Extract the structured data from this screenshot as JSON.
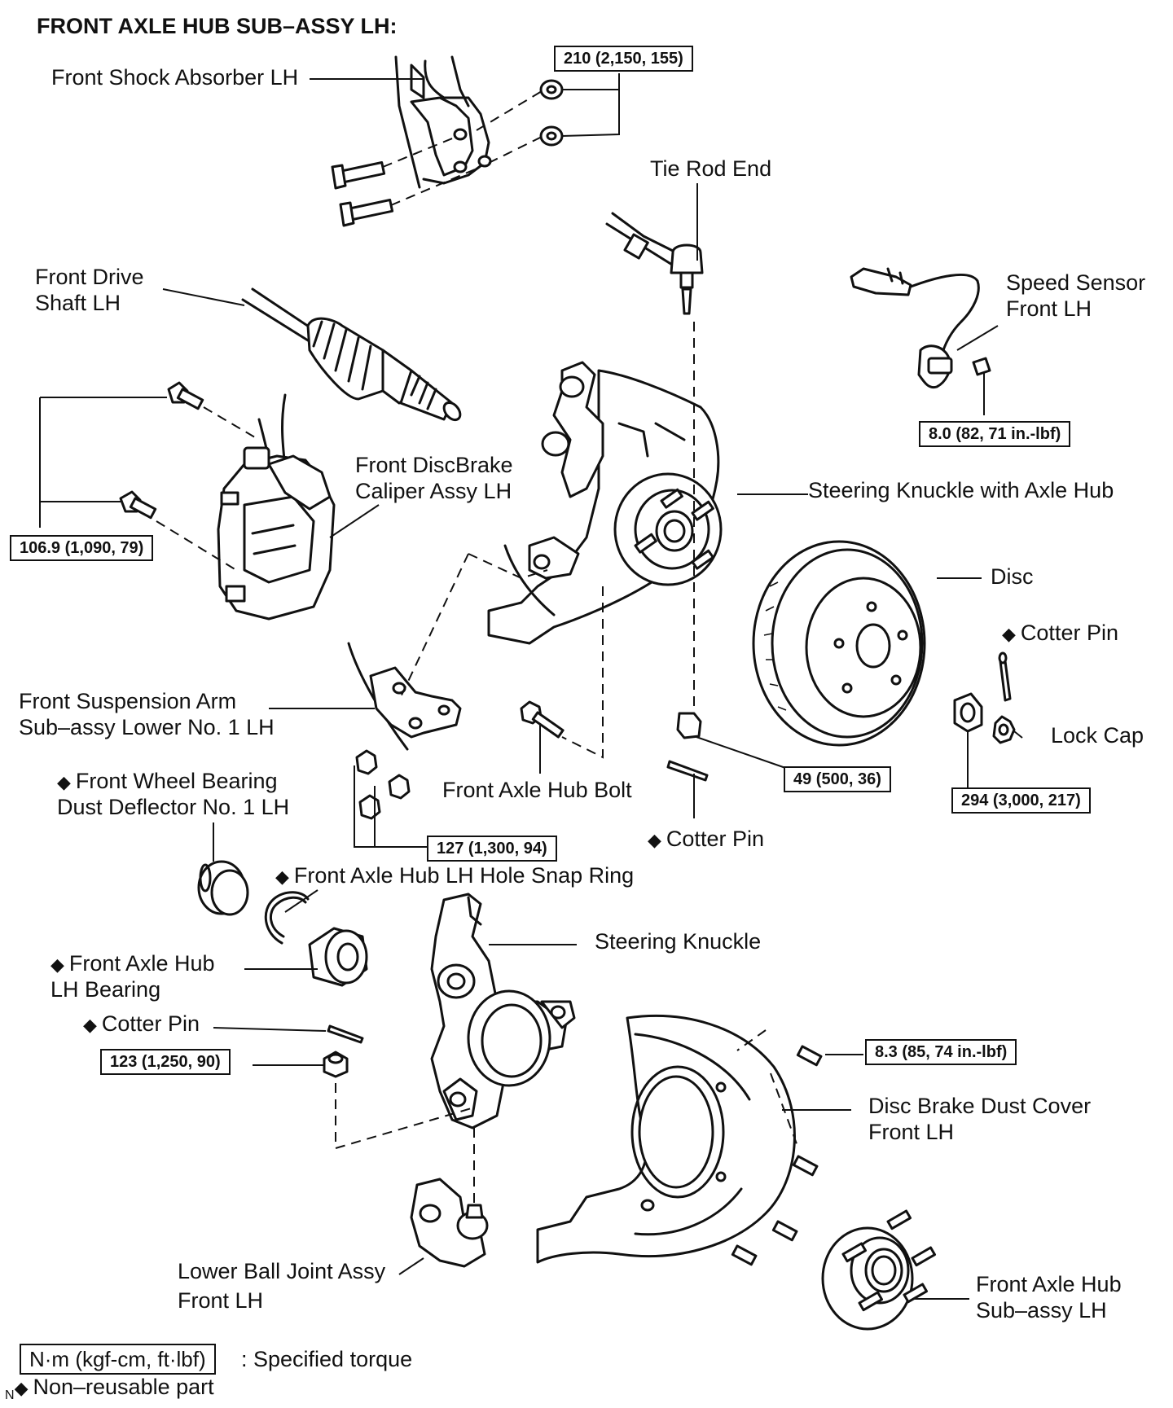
{
  "title": "FRONT AXLE HUB SUB–ASSY LH:",
  "labels": {
    "shock_absorber": "Front Shock Absorber LH",
    "tie_rod_end": "Tie Rod End",
    "drive_shaft_1": "Front Drive",
    "drive_shaft_2": "Shaft LH",
    "speed_sensor_1": "Speed Sensor",
    "speed_sensor_2": "Front LH",
    "caliper_1": "Front DiscBrake",
    "caliper_2": "Caliper Assy LH",
    "knuckle_hub": "Steering Knuckle with Axle Hub",
    "disc": "Disc",
    "cotter_pin_upper": "Cotter Pin",
    "lock_cap": "Lock Cap",
    "susp_arm_1": "Front Suspension Arm",
    "susp_arm_2": "Sub–assy Lower No. 1 LH",
    "hub_bolt": "Front Axle Hub Bolt",
    "deflector_1": "Front Wheel Bearing",
    "deflector_2": "Dust Deflector No. 1 LH",
    "cotter_pin_mid": "Cotter Pin",
    "snap_ring": "Front Axle Hub LH Hole Snap Ring",
    "steering_knuckle": "Steering Knuckle",
    "hub_bearing_1": "Front Axle Hub",
    "hub_bearing_2": "LH Bearing",
    "cotter_pin_lower": "Cotter Pin",
    "dust_cover_1": "Disc Brake Dust Cover",
    "dust_cover_2": "Front LH",
    "ball_joint_1": "Lower Ball Joint Assy",
    "ball_joint_2": "Front LH",
    "axle_hub_1": "Front Axle Hub",
    "axle_hub_2": "Sub–assy LH"
  },
  "torques": {
    "shock": "210 (2,150, 155)",
    "speed_sensor": "8.0 (82, 71 in.-lbf)",
    "caliper": "106.9 (1,090, 79)",
    "tie_rod_nut": "49 (500, 36)",
    "hub_nut": "294 (3,000, 217)",
    "lower_arm": "127 (1,300, 94)",
    "ball_joint_nut": "123 (1,250, 90)",
    "dust_cover": "8.3 (85, 74 in.-lbf)"
  },
  "legend": {
    "torque_box": "N·m (kgf-cm, ft·lbf)",
    "torque_text": ": Specified torque",
    "nonreusable_marker": "N",
    "nonreusable_text": "Non–reusable part"
  },
  "symbols": {
    "nonreusable": "◆"
  },
  "colors": {
    "ink": "#111111",
    "background": "#ffffff"
  }
}
